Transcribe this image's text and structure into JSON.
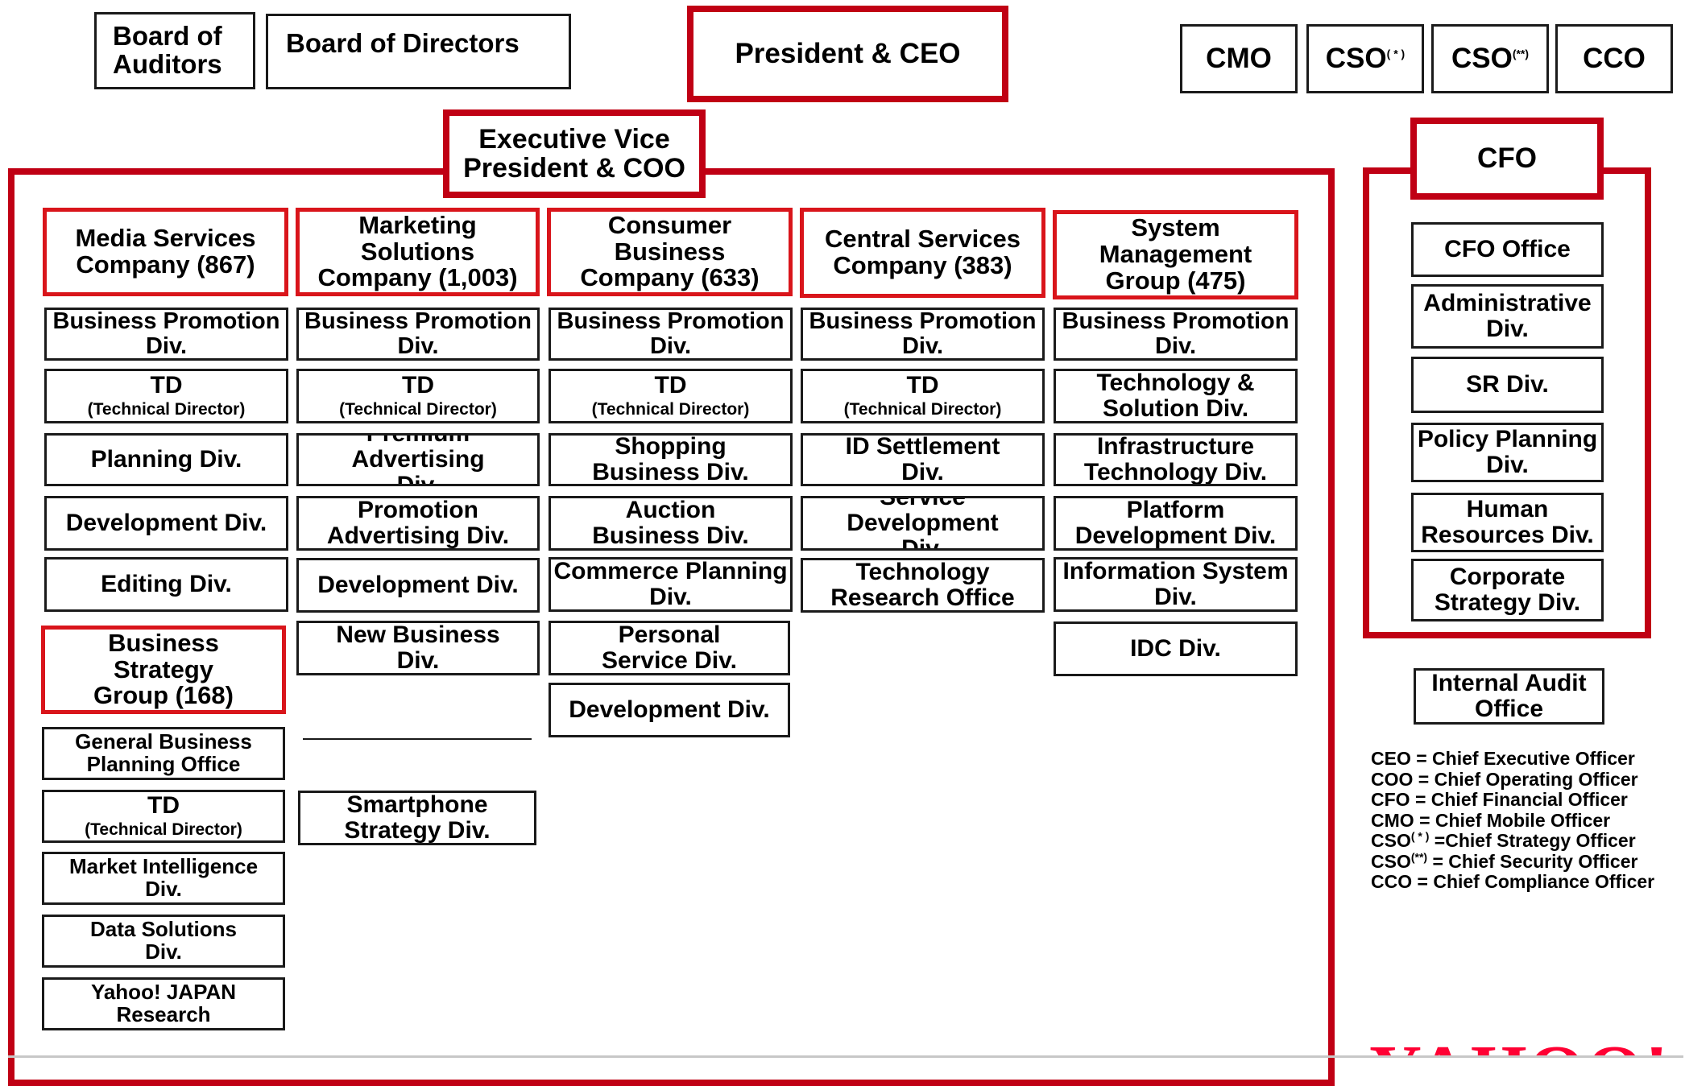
{
  "top": {
    "board_of_auditors": [
      "Board of",
      "Auditors"
    ],
    "board_of_directors": "Board of Directors",
    "president_ceo": "President & CEO",
    "cmo": "CMO",
    "cso1": {
      "text": "CSO",
      "mark": "( * )"
    },
    "cso2": {
      "text": "CSO",
      "mark": "(**)"
    },
    "cco": "CCO",
    "evp_coo": [
      "Executive Vice",
      "President  & COO"
    ],
    "cfo": "CFO"
  },
  "companies": {
    "media": {
      "header": [
        "Media Services",
        "Company (867)"
      ],
      "divisions": [
        [
          "Business Promotion",
          "Div."
        ],
        [
          "TD"
        ],
        [
          "Planning Div."
        ],
        [
          "Development Div."
        ],
        [
          "Editing Div."
        ]
      ],
      "td_sub": "(Technical  Director)"
    },
    "business_strategy": {
      "header": [
        "Business",
        "Strategy",
        "Group (168)"
      ],
      "divisions": [
        [
          "General Business",
          "Planning Office"
        ],
        [
          "TD"
        ],
        [
          "Market Intelligence",
          "Div."
        ],
        [
          "Data Solutions",
          "Div."
        ],
        [
          "Yahoo! JAPAN",
          "Research"
        ]
      ],
      "td_sub": "(Technical  Director)"
    },
    "marketing": {
      "header": [
        "Marketing",
        "Solutions",
        "Company (1,003)"
      ],
      "divisions": [
        [
          "Business Promotion",
          "Div."
        ],
        [
          "TD"
        ],
        [
          "Premium Advertising",
          "Div."
        ],
        [
          "Promotion",
          "Advertising Div."
        ],
        [
          "Development Div."
        ],
        [
          "New Business",
          "Div."
        ],
        [
          "Smartphone",
          "Strategy Div."
        ]
      ],
      "td_sub": "(Technical  Director)"
    },
    "consumer": {
      "header": [
        "Consumer",
        "Business",
        "Company (633)"
      ],
      "divisions": [
        [
          "Business Promotion",
          "Div."
        ],
        [
          "TD"
        ],
        [
          "Shopping",
          "Business Div."
        ],
        [
          "Auction",
          "Business Div."
        ],
        [
          "Commerce Planning",
          "Div."
        ],
        [
          "Personal",
          "Service Div."
        ],
        [
          "Development Div."
        ]
      ],
      "td_sub": "(Technical  Director)"
    },
    "central": {
      "header": [
        "Central Services",
        "Company (383)"
      ],
      "divisions": [
        [
          "Business Promotion",
          "Div."
        ],
        [
          "TD"
        ],
        [
          "ID Settlement",
          "Div."
        ],
        [
          "Service Development",
          "Div."
        ],
        [
          "Technology",
          "Research Office"
        ]
      ],
      "td_sub": "(Technical  Director)"
    },
    "system": {
      "header": [
        "System",
        "Management",
        "Group (475)"
      ],
      "divisions": [
        [
          "Business Promotion",
          "Div."
        ],
        [
          "Technology &",
          "Solution Div."
        ],
        [
          "Infrastructure",
          "Technology Div."
        ],
        [
          "Platform",
          "Development Div."
        ],
        [
          "Information System",
          "Div."
        ],
        [
          "IDC Div."
        ]
      ]
    }
  },
  "cfo_divisions": [
    [
      "CFO Office"
    ],
    [
      "Administrative",
      "Div."
    ],
    [
      "SR Div."
    ],
    [
      "Policy Planning",
      "Div."
    ],
    [
      "Human",
      "Resources Div."
    ],
    [
      "Corporate",
      "Strategy Div."
    ]
  ],
  "internal_audit": [
    "Internal Audit",
    "Office"
  ],
  "legend": [
    {
      "abbr": "CEO",
      "mark": "",
      "def": "=  Chief Executive Officer"
    },
    {
      "abbr": "COO",
      "mark": "",
      "def": "=  Chief Operating Officer"
    },
    {
      "abbr": "CFO",
      "mark": "",
      "def": "=  Chief Financial Officer"
    },
    {
      "abbr": "CMO",
      "mark": "",
      "def": "=  Chief Mobile Officer"
    },
    {
      "abbr": "CSO",
      "mark": "( * )",
      "def": " =Chief Strategy Officer"
    },
    {
      "abbr": "CSO",
      "mark": "(**)",
      "def": " = Chief Security Officer"
    },
    {
      "abbr": "CCO",
      "mark": "",
      "def": "=  Chief Compliance Officer"
    }
  ],
  "logo_text": "YAHOO!",
  "colors": {
    "accent_red": "#c00014",
    "bright_red": "#d9151b",
    "border": "#1a1a1a"
  }
}
